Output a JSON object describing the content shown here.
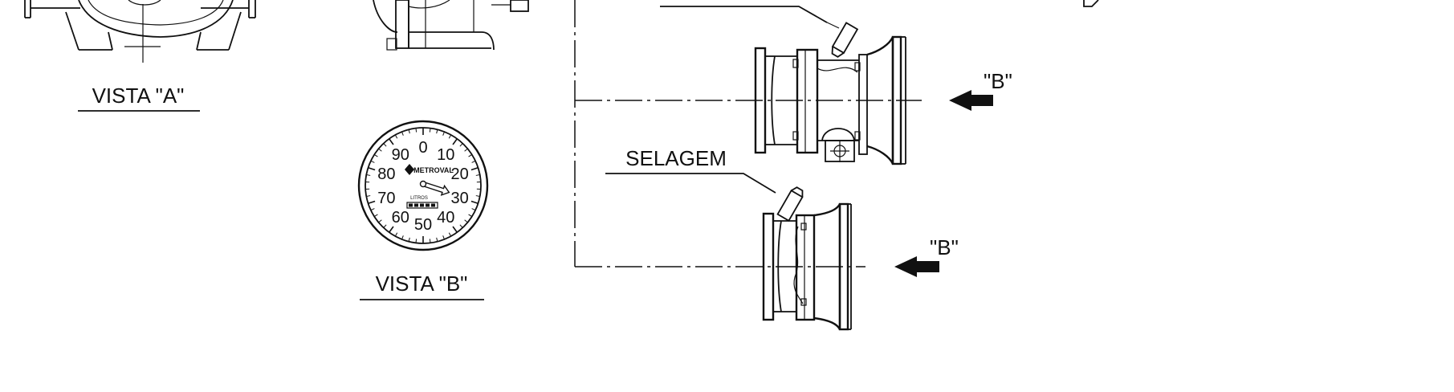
{
  "labels": {
    "view_a": "VISTA \"A\"",
    "view_b": "VISTA \"B\"",
    "sealing_lower": "SELAGEM",
    "arrow_mid": "\"B\"",
    "arrow_low": "\"B\""
  },
  "gauge": {
    "scale_numbers": [
      "0",
      "10",
      "20",
      "30",
      "40",
      "50",
      "60",
      "70",
      "80",
      "90"
    ],
    "brand": "METROVAL",
    "unit": "LITROS",
    "pointer_value": 30
  },
  "colors": {
    "line": "#111111",
    "paper": "#ffffff"
  }
}
